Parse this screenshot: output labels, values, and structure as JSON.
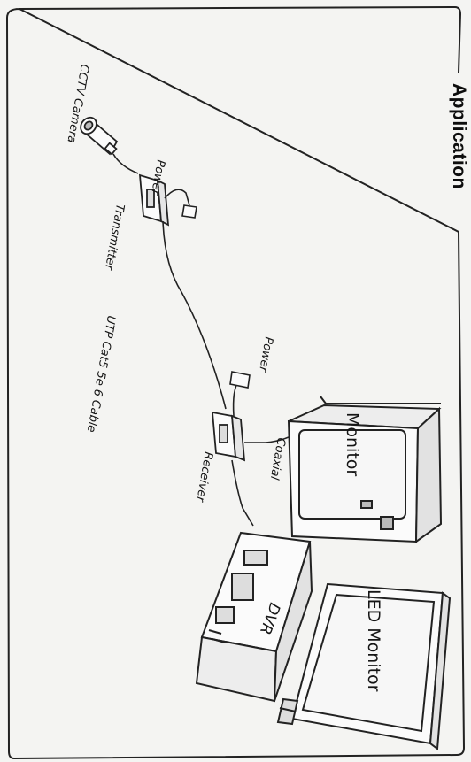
{
  "title": "Application",
  "labels": {
    "camera": "CCTV Camera",
    "transmitter": "Transmitter",
    "power_top": "Power",
    "cable": "UTP Cat5 5e 6 Cable",
    "power_mid": "Power",
    "receiver": "Receiver",
    "coaxial": "Coaxial",
    "monitor": "Monitor",
    "dvr": "DVR",
    "led_monitor": "LED Monitor"
  }
}
